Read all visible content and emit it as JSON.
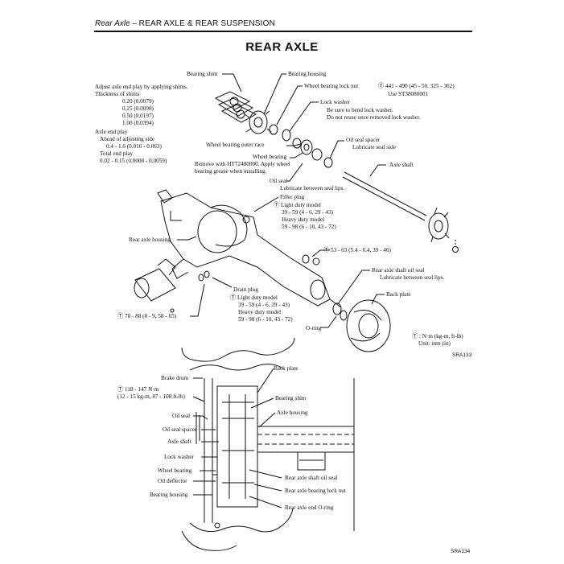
{
  "header": {
    "section_italic": "Rear Axle",
    "section_dash": " – ",
    "section_main": "REAR AXLE & REAR SUSPENSION"
  },
  "title": "REAR AXLE",
  "left_notes": {
    "line1": "Adjust axle end play by applying shims.",
    "line2": "Thickness of shims",
    "shim1": "0.20 (0.0079)",
    "shim2": "0.25 (0.0098)",
    "shim3": "0.50 (0.0197)",
    "shim4": "1.00 (0.0394)",
    "endplay": "Axle end play",
    "ahead": "Ahead of adjusting side",
    "ahead_val": "0.4 - 1.6 (0.016 - 0.063)",
    "total": "Total end play",
    "total_val": "0.02 - 0.15 (0.0008 - 0.0059)"
  },
  "top_labels": {
    "bearing_shim": "Bearing shim",
    "bearing_housing": "Bearing housing",
    "lock_nut": "Wheel bearing lock nut",
    "lock_nut_torque": "Ⓣ 441 - 490 (45 - 50, 325 - 362)",
    "lock_nut_tool": "Use ST38080001",
    "lock_washer": "Lock washer",
    "lock_washer_n1": "Be sure to bend lock washer.",
    "lock_washer_n2": "Do not reuse once removed lock washer.",
    "outer_race": "Wheel bearing outer race",
    "oil_seal_spacer": "Oil seal spacer",
    "oil_seal_spacer_n": "Lubricate seal side",
    "wheel_bearing": "Wheel bearing",
    "wb_n1": "Remove with HT72480000.  Apply wheel",
    "wb_n2": "bearing grease when installing.",
    "axle_shaft": "Axle shaft",
    "oil_seal": "Oil seal",
    "oil_seal_n": "Lubricate between seal lips.",
    "filler_plug": "Filler plug",
    "fp_light": "Ⓣ Light duty model",
    "fp_light_val": "39 - 59 (4 - 6, 29 - 43)",
    "fp_heavy": "Heavy duty model",
    "fp_heavy_val": "59 - 98 (6 - 10, 43 - 72)",
    "rear_axle_housing": "Rear axle housing",
    "bolt_torque": "Ⓣ 53 - 63 (5.4 - 6.4, 39 - 46)",
    "shaft_oil_seal": "Rear axle shaft oil seal",
    "shaft_oil_seal_n": "Lubricate between seal lips.",
    "back_plate": "Back plate",
    "drain_plug": "Drain plug",
    "dp_light": "Ⓣ Light duty model",
    "dp_light_val": "39 - 59 (4 - 6, 29 - 43)",
    "dp_heavy": "Heavy duty model",
    "dp_heavy_val": "59 - 98 (6 - 10, 43 - 72)",
    "oring": "O-ring",
    "bottom_torque": "Ⓣ 78 - 88 (8 - 9, 58 - 65)",
    "units1": "Ⓣ : N·m (kg-m, ft-lb)",
    "units2": "Unit:  mm (in)",
    "code1": "SRA133"
  },
  "bottom_labels": {
    "back_plate": "Back plate",
    "brake_drum": "Brake drum",
    "torque1": "Ⓣ 118 - 147 N·m",
    "torque2": "(12 - 15 kg-m, 87 - 108 ft-lb)",
    "bearing_shim": "Bearing shim",
    "axle_housing": "Axle housing",
    "oil_seal": "Oil seal",
    "oil_seal_spacer": "Oil seal spacer",
    "axle_shaft": "Axle shaft",
    "lock_washer": "Lock washer",
    "wheel_bearing": "Wheel bearing",
    "oil_deflector": "Oil deflector",
    "bearing_housing": "Bearing housing",
    "shaft_oil_seal": "Rear axle shaft oil seal",
    "lock_nut": "Rear axle bearing lock nut",
    "end_oring": "Rear axle end O-ring",
    "code2": "SRA134"
  }
}
